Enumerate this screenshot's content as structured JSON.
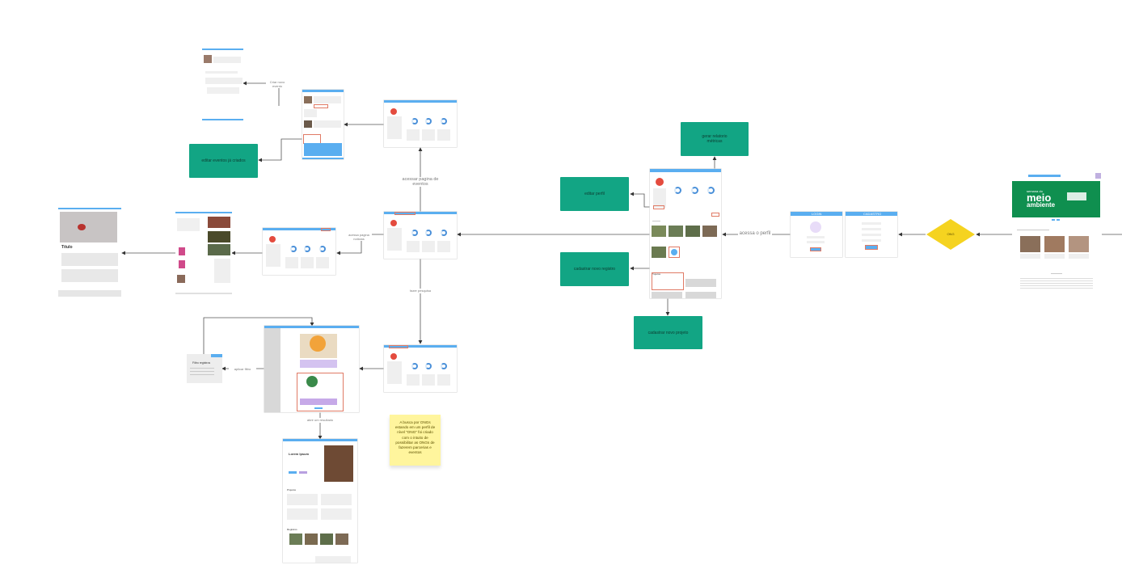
{
  "actions": {
    "gerar_relatorio": "gerar relatorio métricas",
    "editar_perfil": "editar perfil",
    "cadastrar_registro": "cadastrar novo registro",
    "cadastrar_projeto": "cadastrar novo projeto",
    "editar_eventos": "editar eventos já criados"
  },
  "decision": "ONG",
  "edge_labels": {
    "acessa_perfil": "acessa o perfil",
    "acessar_eventos": "acessar pagina de eventos",
    "acessa_noticias": "acessa pagina noticias",
    "criar_novo_evento": "Criar novo evento",
    "fazer_pesquisa": "fazer pesquisa",
    "aplicar_filtro": "aplicar filtro",
    "abrir_resultado": "abrir um resultado"
  },
  "note": "A busca por ONGs estando em um perfil de nível \"ONG\" foi criado com o intuito de possibilitar as ONGs de fazerem parcerias e eventos",
  "screens": {
    "home_banner_line1": "semana do",
    "home_banner_line2": "meio",
    "home_banner_line3": "ambiente",
    "login_title": "LOGIN",
    "signup_title": "CADASTRO",
    "article_title": "Título",
    "filter_title": "Filtro registros",
    "result_title": "Lorem Ipsum",
    "projects_label": "Projetos",
    "records_label": "Registros"
  },
  "colors": {
    "action_green": "#12a584",
    "decision_yellow": "#f5d320",
    "note_yellow": "#fff59d",
    "accent_blue": "#5aaef0",
    "highlight_red": "#e07a65"
  }
}
